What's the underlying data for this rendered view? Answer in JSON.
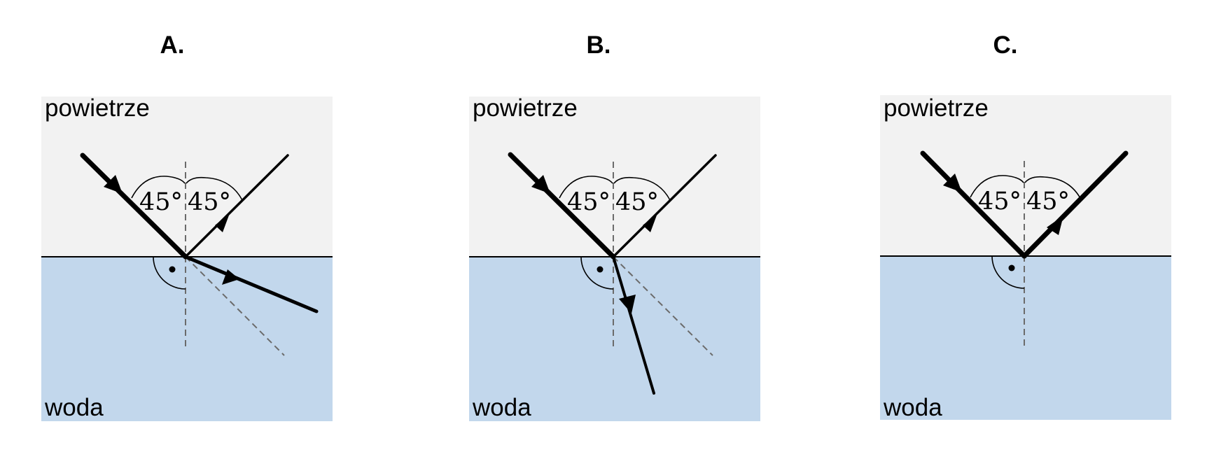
{
  "colors": {
    "air": "#f2f2f2",
    "water": "#c2d7ec",
    "ray": "#000000",
    "dashed": "#6b6b6b"
  },
  "panels": [
    {
      "id": "A",
      "title": "A.",
      "top_medium": "powietrze",
      "bottom_medium": "woda",
      "incident_angle": "45°",
      "reflected_angle": "45°",
      "right_angle_marker": true,
      "refracted_ray": "bent away from normal",
      "reflected_ray_weight": "thin"
    },
    {
      "id": "B",
      "title": "B.",
      "top_medium": "powietrze",
      "bottom_medium": "woda",
      "incident_angle": "45°",
      "reflected_angle": "45°",
      "right_angle_marker": true,
      "refracted_ray": "bent toward normal",
      "reflected_ray_weight": "thin"
    },
    {
      "id": "C",
      "title": "C.",
      "top_medium": "powietrze",
      "bottom_medium": "woda",
      "incident_angle": "45°",
      "reflected_angle": "45°",
      "right_angle_marker": true,
      "refracted_ray": "none",
      "reflected_ray_weight": "thick"
    }
  ]
}
